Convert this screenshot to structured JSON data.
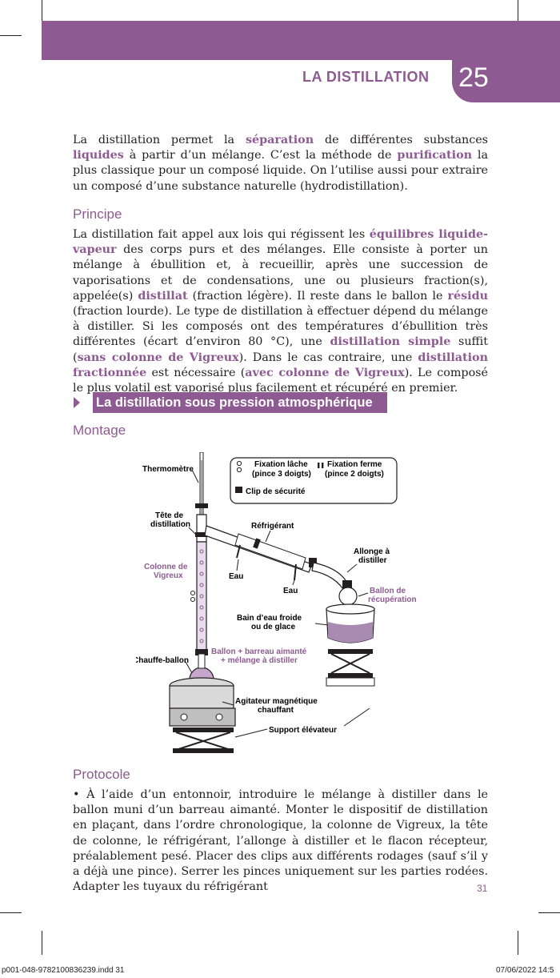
{
  "header": {
    "title": "LA DISTILLATION",
    "number": "25"
  },
  "intro": [
    {
      "t": "La distillation permet la "
    },
    {
      "t": "séparation",
      "k": 1
    },
    {
      "t": " de différentes substances "
    },
    {
      "t": "liquides",
      "k": 1
    },
    {
      "t": " à partir d’un mélange. C’est la méthode de "
    },
    {
      "t": "purification",
      "k": 1
    },
    {
      "t": " la plus classique pour un composé liquide. On l’utilise aussi pour extraire un composé d’une substance naturelle (hydrodistillation)."
    }
  ],
  "principe": {
    "heading": "Principe",
    "runs": [
      {
        "t": "La distillation fait appel aux lois qui régissent les "
      },
      {
        "t": "équilibres liquide-vapeur",
        "k": 1
      },
      {
        "t": " des corps purs et des mélanges. Elle consiste à porter un mélange à ébullition et, à recueillir, après une succession de vaporisations et de condensations, une ou plusieurs fraction(s), appelée(s) "
      },
      {
        "t": "distillat",
        "k": 1
      },
      {
        "t": " (fraction légère). Il reste dans le ballon le "
      },
      {
        "t": "résidu",
        "k": 1
      },
      {
        "t": " (fraction lourde). Le type de distillation à effectuer dépend du mélange à distiller. Si les composés ont des températures d’ébullition très différentes (écart d’environ 80 °C), une "
      },
      {
        "t": "distillation simple",
        "k": 1
      },
      {
        "t": " suffit ("
      },
      {
        "t": "sans colonne de Vigreux",
        "k": 1
      },
      {
        "t": "). Dans le cas contraire, une "
      },
      {
        "t": "distillation fractionnée",
        "k": 1
      },
      {
        "t": " est nécessaire ("
      },
      {
        "t": "avec colonne de Vigreux",
        "k": 1
      },
      {
        "t": "). Le composé le plus volatil est vaporisé plus facilement et récupéré en premier."
      }
    ]
  },
  "section": {
    "title": "La distillation sous pression atmosphérique"
  },
  "montage": {
    "heading": "Montage",
    "legend": {
      "fixation_lache": "Fixation lâche",
      "pince3": "(pince 3 doigts)",
      "fixation_ferme": "Fixation ferme",
      "pince2": "(pince 2 doigts)",
      "clip": "Clip de sécurité"
    },
    "labels": {
      "thermometre": "Thermomètre",
      "tete1": "Tête de",
      "tete2": "distillation",
      "refrigerant": "Réfrigérant",
      "allonge1": "Allonge à",
      "allonge2": "distiller",
      "colonne1": "Colonne de",
      "colonne2": "Vigreux",
      "eau1": "Eau",
      "eau2": "Eau",
      "ballon_rec1": "Ballon de",
      "ballon_rec2": "récupération",
      "bain1": "Bain d’eau froide",
      "bain2": "ou de glace",
      "ballon_barreau1": "Ballon + barreau aimanté",
      "ballon_barreau2": "+ mélange à distiller",
      "chauffe": "Chauffe-ballon",
      "agitateur1": "Agitateur magnétique",
      "agitateur2": "chauffant",
      "support": "Support élévateur"
    }
  },
  "protocole": {
    "heading": "Protocole",
    "text": "•  À l’aide d’un entonnoir, introduire le mélange à distiller dans le ballon muni d’un barreau aimanté. Monter le dispositif de distillation en plaçant, dans l’ordre chronologique, la colonne de Vigreux, la tête de colonne, le réfrigérant, l’allonge à distiller et le flacon récepteur, préalablement pesé. Placer des clips aux différents rodages (sauf s’il y a déjà une pince). Serrer les pinces uniquement sur les parties rodées. Adapter les tuyaux du réfrigérant"
  },
  "page_number": "31",
  "footer": {
    "file": "p001-048-9782100836239.indd   31",
    "date": "07/06/2022   14:5"
  },
  "colors": {
    "accent": "#8d5a92",
    "text": "#231f20"
  }
}
